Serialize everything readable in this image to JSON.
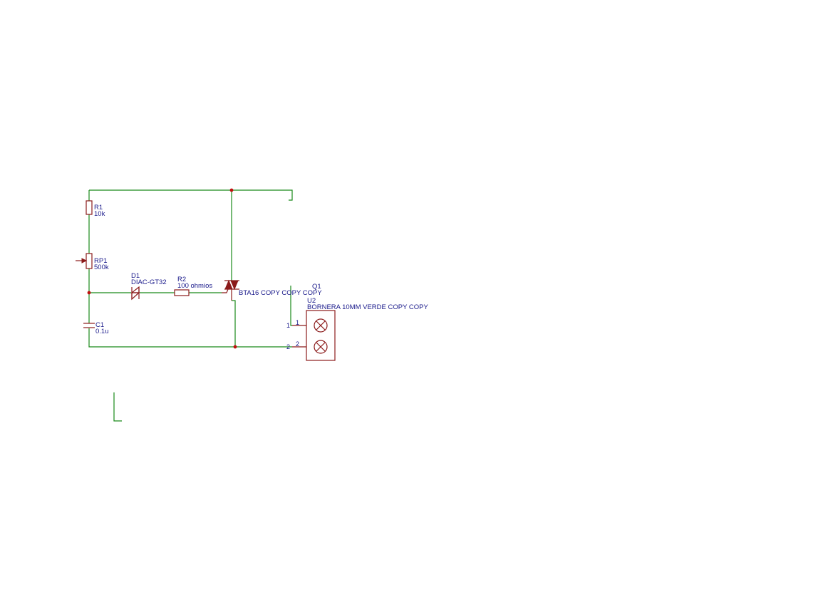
{
  "components": {
    "r1": {
      "ref": "R1",
      "value": "10k"
    },
    "rp1": {
      "ref": "RP1",
      "value": "500k"
    },
    "d1": {
      "ref": "D1",
      "value": "DIAC-GT32"
    },
    "r2": {
      "ref": "R2",
      "value": "100 ohmios"
    },
    "c1": {
      "ref": "C1",
      "value": "0.1u"
    },
    "q1": {
      "ref": "Q1",
      "value": "BTA16 COPY COPY COPY"
    },
    "u2": {
      "ref": "U2",
      "value": "BORNERA 10MM VERDE COPY COPY"
    }
  },
  "pins": {
    "u2_pin1_outer": "1",
    "u2_pin1_inner": "1",
    "u2_pin2_outer": "2",
    "u2_pin2_inner": "2"
  },
  "colors": {
    "wire": "#1a8a1a",
    "component": "#8b1a1a",
    "label": "#1a1a8b",
    "junction": "#c01010"
  }
}
